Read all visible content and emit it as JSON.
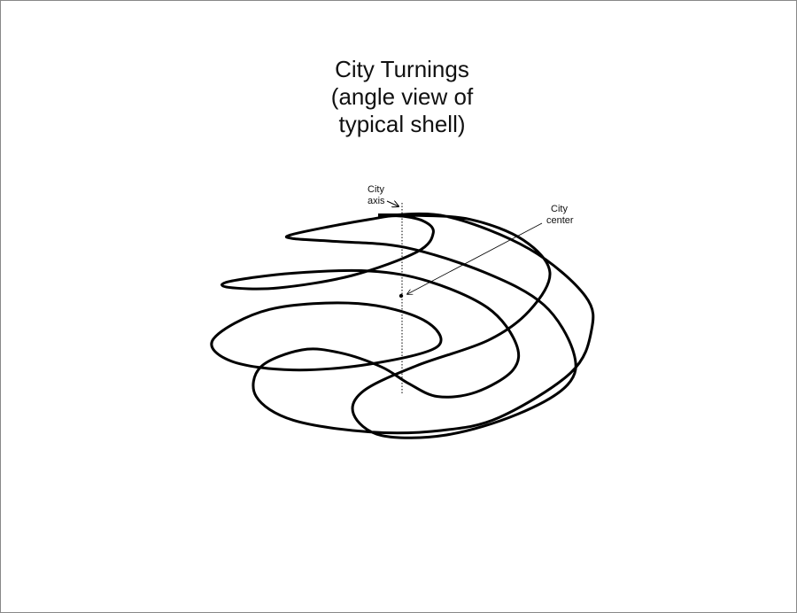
{
  "title": {
    "lines": [
      "City Turnings",
      "(angle view of",
      "typical shell)"
    ]
  },
  "labels": {
    "axis": [
      "City",
      "axis"
    ],
    "center": [
      "City",
      "center"
    ]
  },
  "colors": {
    "stroke": "#000000",
    "background": "#ffffff"
  }
}
